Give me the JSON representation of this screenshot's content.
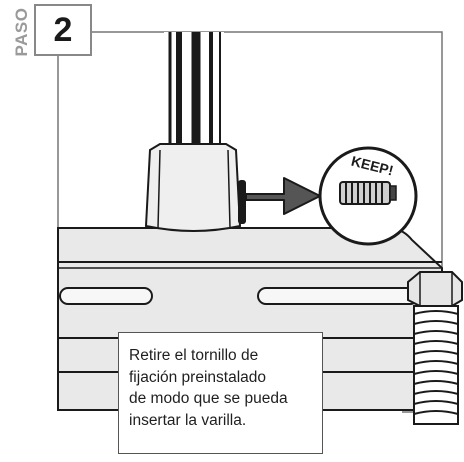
{
  "step": {
    "label": "PASO",
    "number": "2"
  },
  "callout": {
    "keep_label": "KEEP!"
  },
  "caption": {
    "lines": [
      "Retire el tornillo de",
      "fijación preinstalado",
      "de modo que se pueda",
      "insertar la varilla."
    ]
  },
  "colors": {
    "outline": "#1a1a1a",
    "panel_fill": "#e6e6e6",
    "panel_fill_light": "#f0f0f0",
    "arrow_fill": "#555555",
    "label_gray": "#9a9a9a"
  }
}
